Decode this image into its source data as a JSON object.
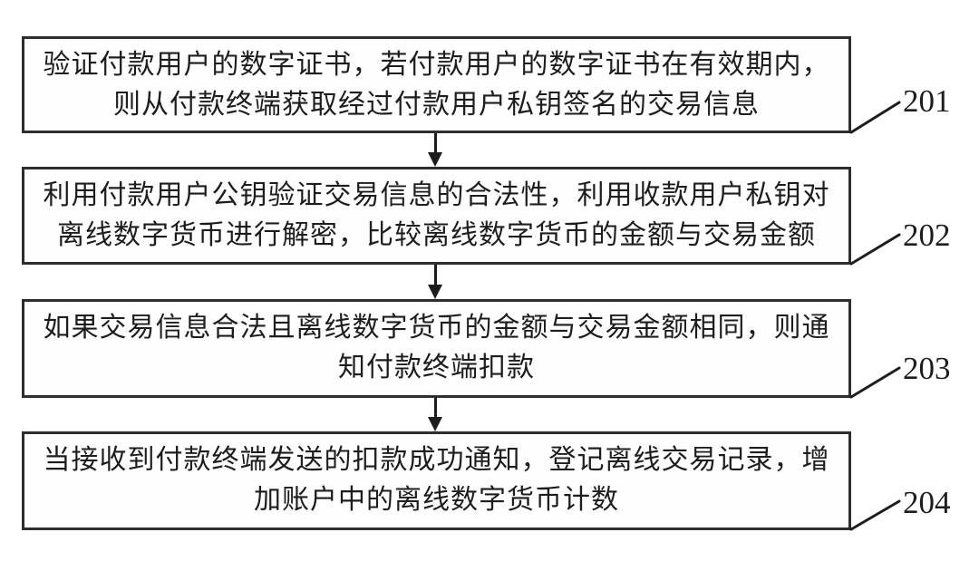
{
  "figure": {
    "type": "flowchart",
    "colors": {
      "border": "#2e2e2e",
      "text": "#1d1d1d",
      "background": "#ffffff"
    },
    "steps": [
      {
        "label": "201",
        "line1": "验证付款用户的数字证书，若付款用户的数字证书在有效期内，",
        "line2": "则从付款终端获取经过付款用户私钥签名的交易信息"
      },
      {
        "label": "202",
        "line1": "利用付款用户公钥验证交易信息的合法性，利用收款用户私钥对",
        "line2": "离线数字货币进行解密，比较离线数字货币的金额与交易金额"
      },
      {
        "label": "203",
        "line1": "如果交易信息合法且离线数字货币的金额与交易金额相同，则通",
        "line2": "知付款终端扣款"
      },
      {
        "label": "204",
        "line1": "当接收到付款终端发送的扣款成功通知，登记离线交易记录，增",
        "line2": "加账户中的离线数字货币计数"
      }
    ]
  }
}
